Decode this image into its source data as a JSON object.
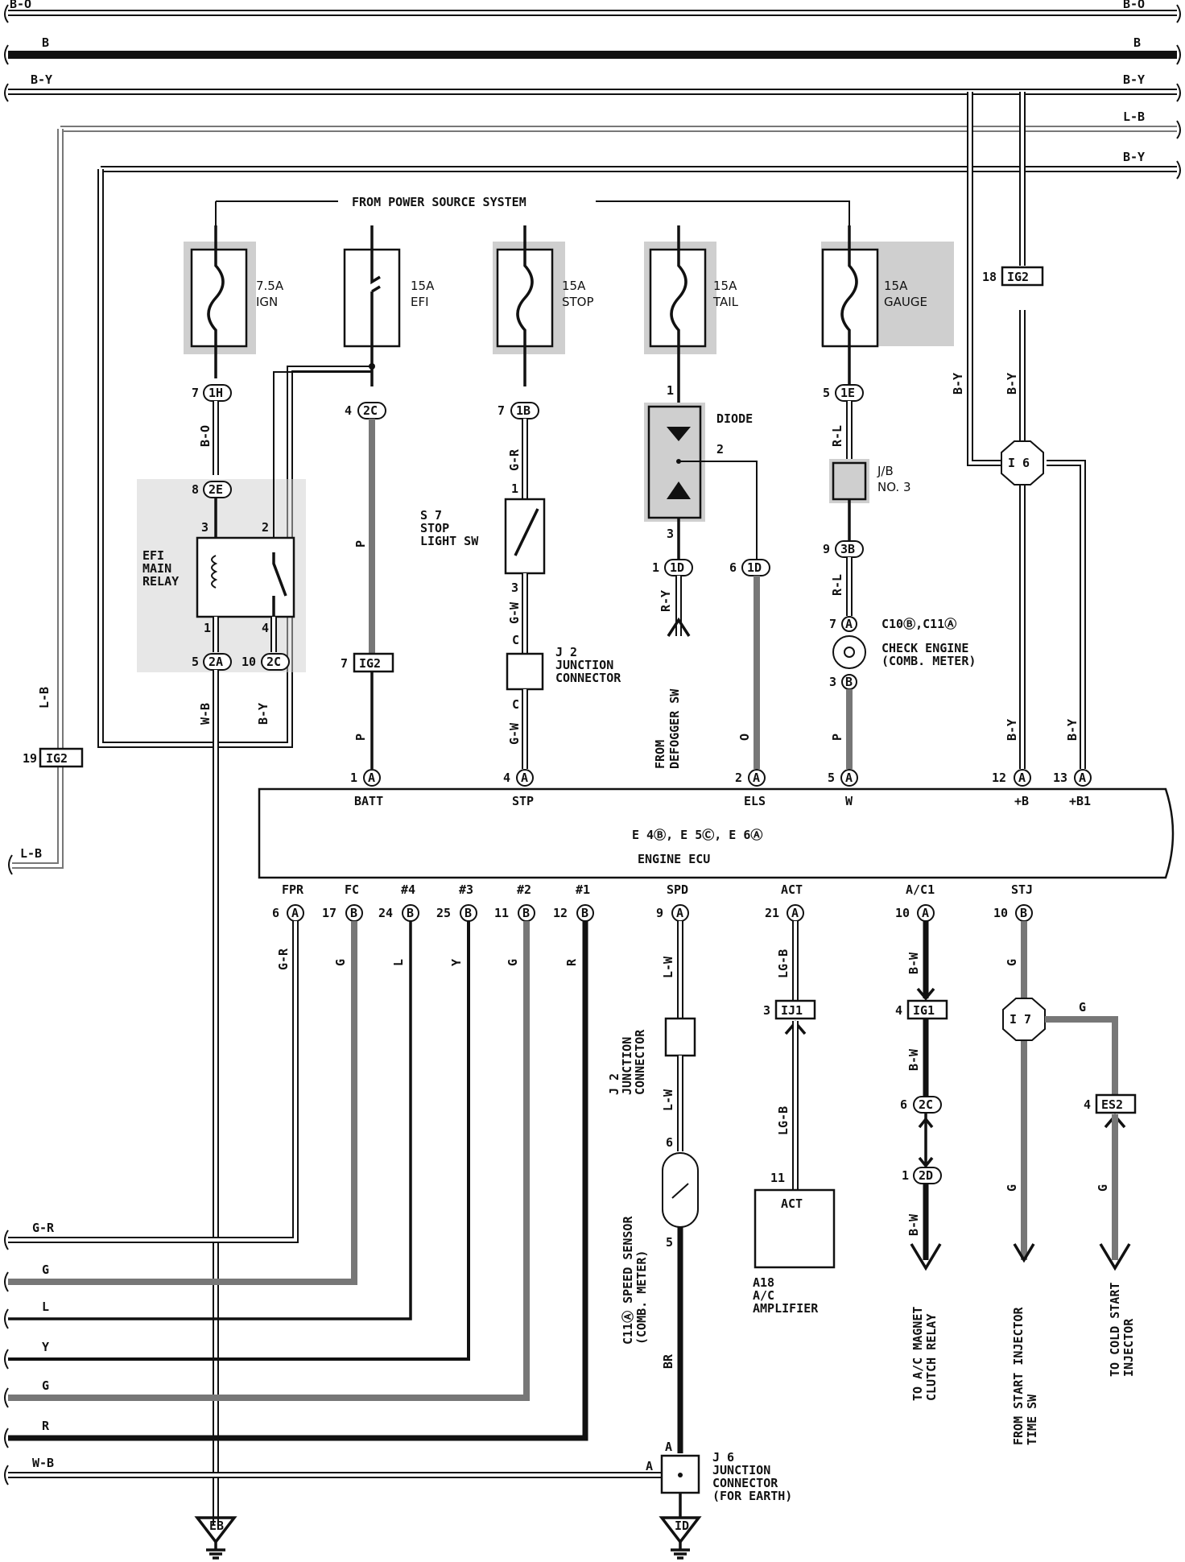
{
  "bus_lines": [
    {
      "label_left": "B-O",
      "label_right": "B-O"
    },
    {
      "label_left": "B",
      "label_right": "B"
    },
    {
      "label_left": "B-Y",
      "label_right": "B-Y"
    },
    {
      "label_right": "L-B"
    },
    {
      "label_right": "B-Y"
    }
  ],
  "power_source": "FROM POWER SOURCE SYSTEM",
  "fuses": [
    {
      "rating": "7.5A",
      "name": "IGN"
    },
    {
      "rating": "15A",
      "name": "EFI"
    },
    {
      "rating": "15A",
      "name": "STOP"
    },
    {
      "rating": "15A",
      "name": "TAIL"
    },
    {
      "rating": "15A",
      "name": "GAUGE"
    }
  ],
  "connectors": {
    "c_1h": {
      "pin": "7",
      "id": "1H"
    },
    "c_2c_top": {
      "pin": "4",
      "id": "2C"
    },
    "c_1b": {
      "pin": "7",
      "id": "1B"
    },
    "c_1e": {
      "pin": "5",
      "id": "1E"
    },
    "c_2e": {
      "pin": "8",
      "id": "2E"
    },
    "c_2a": {
      "pin": "5",
      "id": "2A"
    },
    "c_2c_relay": {
      "pin": "10",
      "id": "2C"
    },
    "c_ig2_efi": {
      "pin": "7",
      "id": "IG2"
    },
    "c_ig2_right": {
      "pin": "18",
      "id": "IG2"
    },
    "c_ig2_left": {
      "pin": "19",
      "id": "IG2"
    },
    "c_1d_left": {
      "pin": "1",
      "id": "1D"
    },
    "c_1d_right": {
      "pin": "6",
      "id": "1D"
    },
    "c_3b": {
      "pin": "9",
      "id": "3B"
    },
    "c_ij1": {
      "pin": "3",
      "id": "IJ1"
    },
    "c_ig1": {
      "pin": "4",
      "id": "IG1"
    },
    "c_2c_low": {
      "pin": "6",
      "id": "2C"
    },
    "c_2d": {
      "pin": "1",
      "id": "2D"
    },
    "c_es2": {
      "pin": "4",
      "id": "ES2"
    }
  },
  "wire_colors": {
    "bo": "B-O",
    "p": "P",
    "gr": "G-R",
    "gw": "G-W",
    "c": "C",
    "ry": "R-Y",
    "o": "O",
    "rl": "R-L",
    "by": "B-Y",
    "lb": "L-B",
    "wb": "W-B",
    "g": "G",
    "l": "L",
    "y": "Y",
    "r": "R",
    "lw": "L-W",
    "lgb": "LG-B",
    "bw": "B-W",
    "br": "BR"
  },
  "components": {
    "efi_relay": [
      "EFI",
      "MAIN",
      "RELAY"
    ],
    "relay_pins": {
      "p3": "3",
      "p2": "2",
      "p1": "1",
      "p4": "4"
    },
    "stop_sw": {
      "id": "S 7",
      "name_l1": "STOP",
      "name_l2": "LIGHT SW"
    },
    "stop_pins": {
      "p1": "1",
      "p3": "3"
    },
    "diode": "DIODE",
    "diode_pins": {
      "p1": "1",
      "p2": "2",
      "p3": "3"
    },
    "jb": {
      "l1": "J/B",
      "l2": "NO. 3"
    },
    "junction_j2": {
      "id": "J 2",
      "l1": "JUNCTION",
      "l2": "CONNECTOR"
    },
    "check_engine": {
      "ref": "C10Ⓑ,C11Ⓐ",
      "l1": "CHECK ENGINE",
      "l2": "(COMB. METER)"
    },
    "check_pins": {
      "p7": "7",
      "p3": "3",
      "a": "A",
      "b": "B"
    },
    "from_defogger": [
      "FROM",
      "DEFOGGER SW"
    ],
    "junction_j2b": [
      "J 2",
      "JUNCTION",
      "CONNECTOR"
    ],
    "speed_sensor": [
      "C11Ⓐ SPEED SENSOR",
      "(COMB. METER)"
    ],
    "speed_pins": {
      "p6": "6",
      "p5": "5"
    },
    "act_pin": "11",
    "act_box": "ACT",
    "ac_amp": [
      "A18",
      "A/C",
      "AMPLIFIER"
    ],
    "ac_clutch": [
      "TO A/C MAGNET",
      "CLUTCH RELAY"
    ],
    "start_injector": [
      "FROM START INJECTOR",
      "TIME SW"
    ],
    "cold_start": [
      "TO COLD START",
      "INJECTOR"
    ],
    "j6": {
      "id": "J 6",
      "l1": "JUNCTION",
      "l2": "CONNECTOR",
      "l3": "(FOR EARTH)",
      "a1": "A",
      "a2": "A"
    },
    "i6": "I 6",
    "i7": "I 7",
    "earth_eb": "EB",
    "earth_id": "ID"
  },
  "ecu": {
    "ref": "E 4Ⓑ, E 5Ⓒ, E 6Ⓐ",
    "name": "ENGINE ECU",
    "top_pins": [
      {
        "num": "1",
        "conn": "A",
        "name": "BATT"
      },
      {
        "num": "4",
        "conn": "A",
        "name": "STP"
      },
      {
        "num": "2",
        "conn": "A",
        "name": "ELS"
      },
      {
        "num": "5",
        "conn": "A",
        "name": "W"
      },
      {
        "num": "12",
        "conn": "A",
        "name": "+B"
      },
      {
        "num": "13",
        "conn": "A",
        "name": "+B1"
      }
    ],
    "bottom_pins": [
      {
        "num": "6",
        "conn": "A",
        "name": "FPR"
      },
      {
        "num": "17",
        "conn": "B",
        "name": "FC"
      },
      {
        "num": "24",
        "conn": "B",
        "name": "#4"
      },
      {
        "num": "25",
        "conn": "B",
        "name": "#3"
      },
      {
        "num": "11",
        "conn": "B",
        "name": "#2"
      },
      {
        "num": "12",
        "conn": "B",
        "name": "#1"
      },
      {
        "num": "9",
        "conn": "A",
        "name": "SPD"
      },
      {
        "num": "21",
        "conn": "A",
        "name": "ACT"
      },
      {
        "num": "10",
        "conn": "A",
        "name": "A/C1"
      },
      {
        "num": "10",
        "conn": "B",
        "name": "STJ"
      }
    ]
  },
  "left_bus": [
    {
      "label": "L-B"
    },
    {
      "label": "G-R"
    },
    {
      "label": "G"
    },
    {
      "label": "L"
    },
    {
      "label": "Y"
    },
    {
      "label": "G"
    },
    {
      "label": "R"
    },
    {
      "label": "W-B"
    }
  ]
}
